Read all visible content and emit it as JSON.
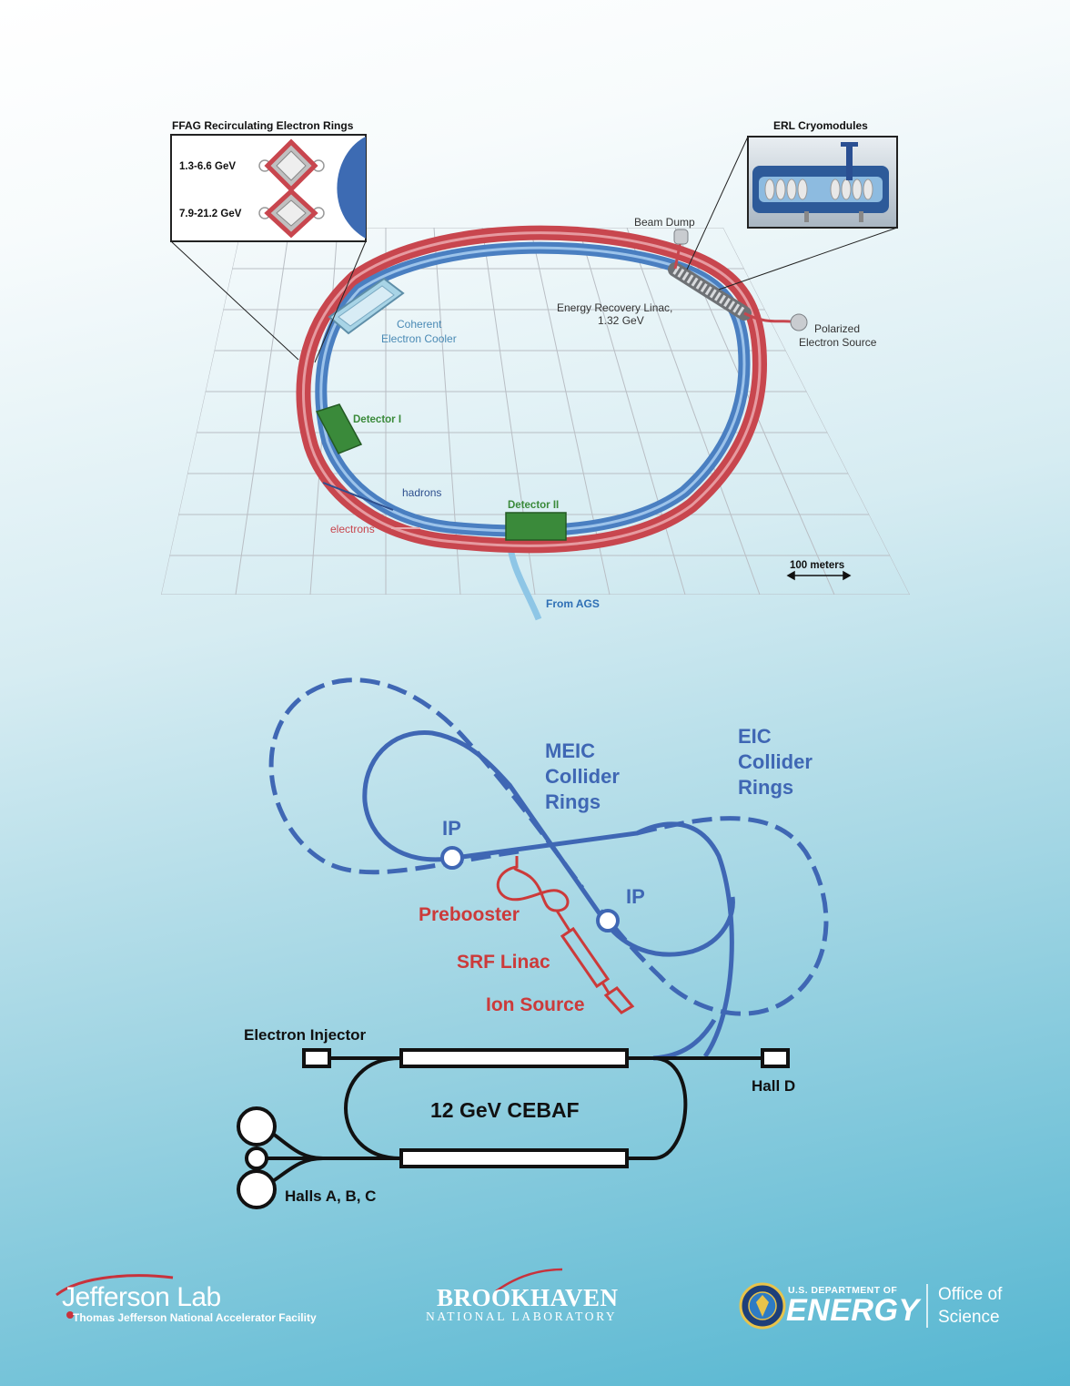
{
  "top_diagram": {
    "ffag_title": "FFAG Recirculating Electron Rings",
    "ffag_ring1": "1.3-6.6 GeV",
    "ffag_ring2": "7.9-21.2 GeV",
    "erl_title": "ERL Cryomodules",
    "beam_dump": "Beam Dump",
    "erl_label_line1": "Energy Recovery Linac,",
    "erl_label_line2": "1.32 GeV",
    "polarized_line1": "Polarized",
    "polarized_line2": "Electron Source",
    "cooler_line1": "Coherent",
    "cooler_line2": "Electron Cooler",
    "detector1": "Detector I",
    "detector2": "Detector II",
    "hadrons": "hadrons",
    "electrons": "electrons",
    "scale": "100 meters",
    "from_ags": "From AGS",
    "colors": {
      "electron_ring": "#c8464e",
      "hadron_ring": "#4a7fc1",
      "detector": "#3a8a3a",
      "cooler": "#a8d4e6"
    }
  },
  "bottom_diagram": {
    "meic_line1": "MEIC",
    "meic_line2": "Collider",
    "meic_line3": "Rings",
    "eic_line1": "EIC",
    "eic_line2": "Collider",
    "eic_line3": "Rings",
    "ip1": "IP",
    "ip2": "IP",
    "prebooster": "Prebooster",
    "srf_linac": "SRF Linac",
    "ion_source": "Ion Source",
    "electron_injector": "Electron Injector",
    "cebaf": "12 GeV CEBAF",
    "hall_d": "Hall D",
    "halls_abc": "Halls A, B, C",
    "colors": {
      "collider_blue": "#3f67b4",
      "ion_red": "#cc3a3a",
      "cebaf_black": "#111111"
    }
  },
  "logos": {
    "jlab_name": "Jefferson Lab",
    "jlab_sub": "Thomas Jefferson National Accelerator Facility",
    "bnl_name": "BROOKHAVEN",
    "bnl_sub": "NATIONAL LABORATORY",
    "doe_dept": "U.S. DEPARTMENT OF",
    "doe_energy": "ENERGY",
    "doe_office": "Office of",
    "doe_science": "Science"
  }
}
